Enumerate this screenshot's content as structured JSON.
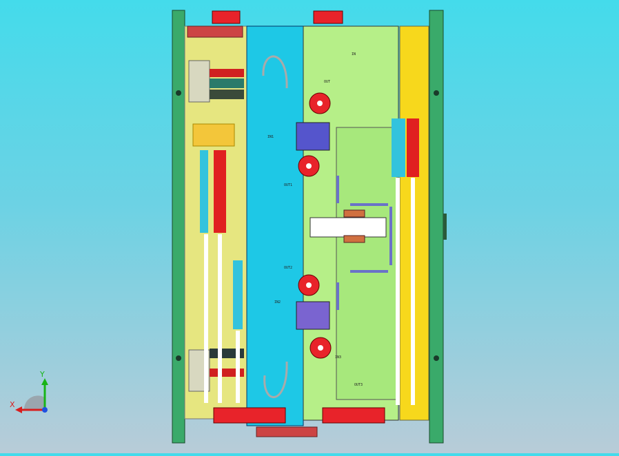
{
  "viewport": {
    "background_top": "#44dbeb",
    "background_bottom": "#b8ccd8"
  },
  "model": {
    "colors": {
      "plate_green": "#3aaa6a",
      "cavity_cyan": "#1ec8e6",
      "insert_lime": "#b6ef88",
      "rail_yellow": "#f7d81c",
      "insert_red": "#e8232a",
      "block_blue": "#5555cc",
      "block_purple": "#7a64d0",
      "hole_white": "#ffffff",
      "steel_gray": "#a0a0a0"
    },
    "callouts": [
      "IN",
      "OUT",
      "IN1",
      "OUT1",
      "IN2",
      "OUT2",
      "IN3",
      "OUT3"
    ]
  },
  "triad": {
    "x_label": "X",
    "y_label": "Y",
    "x_color": "#d81e1e",
    "y_color": "#18b418",
    "z_color": "#2050e0"
  }
}
